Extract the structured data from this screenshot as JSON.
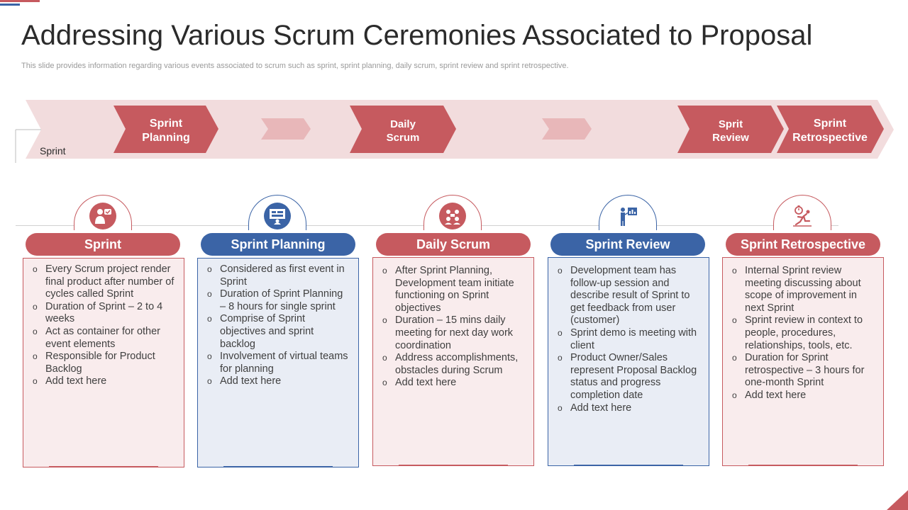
{
  "title": "Addressing Various Scrum Ceremonies Associated to Proposal",
  "subtitle": "This slide provides information regarding various events associated to scrum such as sprint, sprint planning, daily scrum, sprint review and sprint retrospective.",
  "flow": {
    "track_label": "Sprint",
    "steps": [
      {
        "line1": "Sprint",
        "line2": "Planning"
      },
      {
        "line1": "Daily",
        "line2": "Scrum"
      },
      {
        "line1": "Sprit",
        "line2": "Review"
      },
      {
        "line1": "Sprint",
        "line2": "Retrospective"
      }
    ]
  },
  "colors": {
    "red": "#c65a5f",
    "blue": "#3b64a6",
    "light_red": "#f9eced",
    "light_blue": "#e9edf5",
    "track": "#f2dcdd"
  },
  "ceremonies": [
    {
      "name": "Sprint",
      "color": "red",
      "icon": "person-chat-icon",
      "bullets": [
        "Every Scrum project render final product after number of cycles called Sprint",
        "Duration of Sprint – 2 to 4 weeks",
        "Act as container for other event elements",
        "Responsible for Product Backlog",
        "Add text here"
      ]
    },
    {
      "name": "Sprint Planning",
      "color": "blue",
      "icon": "planning-board-icon",
      "bullets": [
        "Considered as first event in Sprint",
        "Duration of Sprint Planning – 8 hours for single sprint",
        "Comprise of Sprint objectives and sprint backlog",
        "Involvement of virtual teams for planning",
        "Add text here"
      ]
    },
    {
      "name": "Daily Scrum",
      "color": "red",
      "icon": "team-meeting-icon",
      "bullets": [
        "After Sprint Planning, Development team initiate functioning on Sprint objectives",
        "Duration – 15 mins daily meeting for next day work coordination",
        "Address accomplishments, obstacles during Scrum",
        "Add text here"
      ]
    },
    {
      "name": "Sprint Review",
      "color": "blue",
      "icon": "presentation-icon",
      "bullets": [
        "Development team has follow-up session and describe result of Sprint to get feedback from user (customer)",
        "Sprint demo is meeting with client",
        "Product Owner/Sales represent Proposal Backlog status and progress completion date",
        "Add text here"
      ]
    },
    {
      "name": "Sprint Retrospective",
      "color": "red",
      "icon": "runner-stopwatch-icon",
      "bullets": [
        "Internal Sprint review meeting discussing about scope of improvement in next Sprint",
        "Sprint review in context to people, procedures, relationships, tools, etc.",
        "Duration for Sprint retrospective – 3 hours for one-month Sprint",
        "Add text here"
      ]
    }
  ]
}
